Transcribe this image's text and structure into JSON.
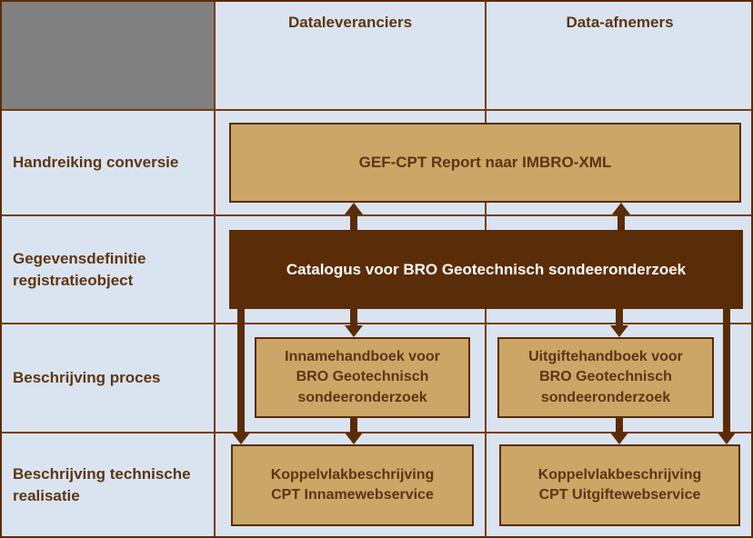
{
  "colors": {
    "cell_background": "#d9e4f0",
    "corner_gray": "#808080",
    "tan_box_fill": "#cba666",
    "dark_brown": "#5a2c07",
    "grid_line": "#7a3c04",
    "text_brown": "#5e3511",
    "catalogus_text": "#ffffff"
  },
  "columns": [
    {
      "label": "Dataleveranciers"
    },
    {
      "label": "Data-afnemers"
    }
  ],
  "rows": [
    {
      "label": "Handreiking conversie"
    },
    {
      "label": "Gegevensdefinitie\nregistratieobject"
    },
    {
      "label": "Beschrijving proces"
    },
    {
      "label": "Beschrijving technische\nrealisatie"
    }
  ],
  "boxes": {
    "gef_cpt": {
      "label": "GEF-CPT Report naar IMBRO-XML"
    },
    "catalogus": {
      "label": "Catalogus voor BRO Geotechnisch sondeeronderzoek"
    },
    "innamehandboek": {
      "label": "Innamehandboek voor\nBRO Geotechnisch\nsondeeronderzoek"
    },
    "uitgiftehandboek": {
      "label": "Uitgiftehandboek voor\nBRO Geotechnisch\nsondeeronderzoek"
    },
    "koppelvlak_inname": {
      "label": "Koppelvlakbeschrijving\nCPT Innamewebservice"
    },
    "koppelvlak_uitgifte": {
      "label": "Koppelvlakbeschrijving\nCPT Uitgiftewebservice"
    }
  },
  "connectors": [
    {
      "from": "catalogus",
      "to": "gef_cpt",
      "direction": "up",
      "side": "dataleveranciers"
    },
    {
      "from": "catalogus",
      "to": "gef_cpt",
      "direction": "up",
      "side": "data-afnemers"
    },
    {
      "from": "catalogus",
      "to": "innamehandboek",
      "direction": "down"
    },
    {
      "from": "catalogus",
      "to": "uitgiftehandboek",
      "direction": "down"
    },
    {
      "from": "innamehandboek",
      "to": "koppelvlak_inname",
      "direction": "down"
    },
    {
      "from": "uitgiftehandboek",
      "to": "koppelvlak_uitgifte",
      "direction": "down"
    },
    {
      "from": "catalogus",
      "to": "koppelvlak_inname",
      "direction": "down",
      "path": "outer-left"
    },
    {
      "from": "catalogus",
      "to": "koppelvlak_uitgifte",
      "direction": "down",
      "path": "outer-right"
    }
  ]
}
